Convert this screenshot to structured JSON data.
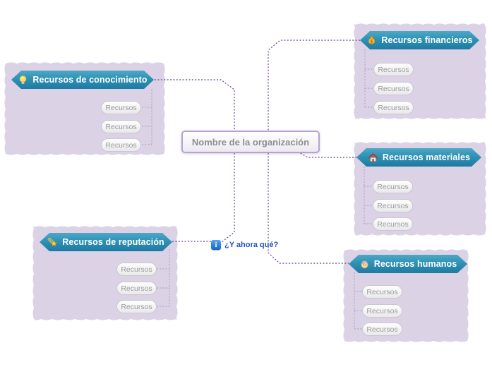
{
  "center": {
    "label": "Nombre de la organización"
  },
  "note": {
    "label": "¿Y ahora qué?",
    "icon": "info-icon",
    "icon_glyph": "i"
  },
  "branches": [
    {
      "label": "Recursos de conocimiento",
      "icon": "lightbulb-icon",
      "children": [
        "Recursos",
        "Recursos",
        "Recursos"
      ]
    },
    {
      "label": "Recursos financieros",
      "icon": "money-bag-icon",
      "children": [
        "Recursos",
        "Recursos",
        "Recursos"
      ]
    },
    {
      "label": "Recursos materiales",
      "icon": "house-icon",
      "children": [
        "Recursos",
        "Recursos",
        "Recursos"
      ]
    },
    {
      "label": "Recursos de reputación",
      "icon": "shooting-star-icon",
      "children": [
        "Recursos",
        "Recursos",
        "Recursos"
      ]
    },
    {
      "label": "Recursos humanos",
      "icon": "person-icon",
      "children": [
        "Recursos",
        "Recursos",
        "Recursos"
      ]
    }
  ],
  "colors": {
    "branch_panel": "#dbd2e6",
    "topic_gradient_top": "#4da8c6",
    "topic_gradient_bottom": "#1e7aa2",
    "connector_main": "#7d5aa6",
    "connector_sub": "#b7a3cf",
    "note_text": "#1c55cc",
    "pill_text": "#9b9b9b",
    "center_border": "#b5a3d4"
  }
}
